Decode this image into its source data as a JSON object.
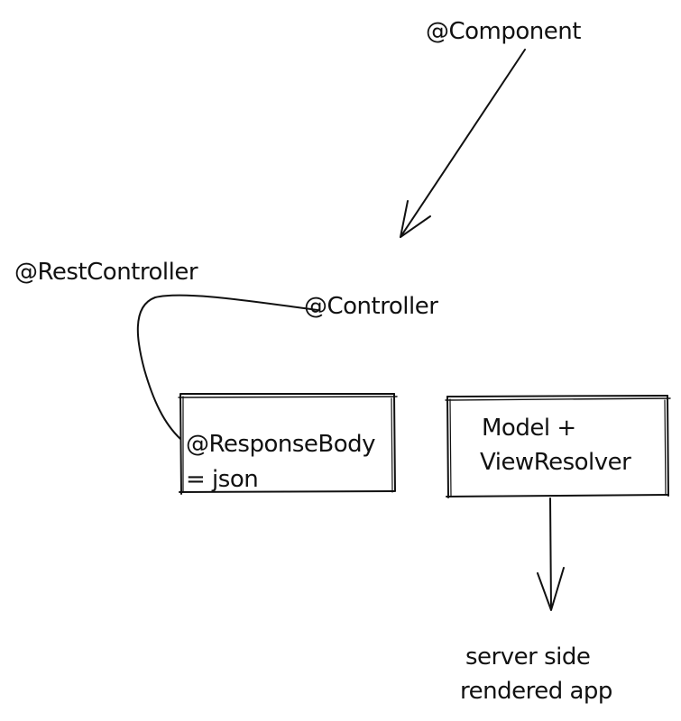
{
  "diagram": {
    "nodes": {
      "component": {
        "label": "@Component"
      },
      "rest_controller": {
        "label": "@RestController"
      },
      "controller": {
        "label": "@Controller"
      },
      "response_body": {
        "line1": "@ResponseBody",
        "line2": "= json"
      },
      "model_view": {
        "line1": "Model +",
        "line2": "ViewResolver"
      },
      "server_side": {
        "line1": "server side",
        "line2": "rendered app"
      }
    },
    "edges": [
      {
        "from": "component",
        "to": "controller",
        "style": "arrow"
      },
      {
        "from": "controller",
        "to": "response_body",
        "style": "curve"
      },
      {
        "from": "model_view",
        "to": "server_side",
        "style": "arrow"
      }
    ],
    "colors": {
      "ink": "#111111",
      "background": "#ffffff"
    }
  }
}
